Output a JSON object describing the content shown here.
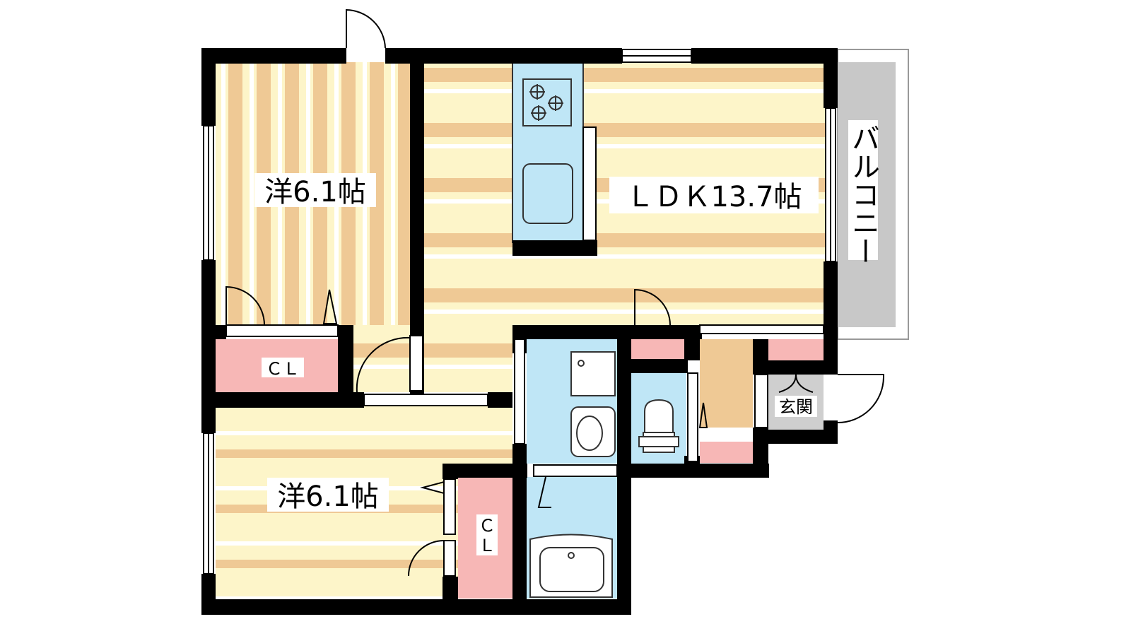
{
  "rooms": {
    "western_room_upper": {
      "label": "洋6.1帖"
    },
    "ldk": {
      "label": "ＬＤＫ13.7帖"
    },
    "western_room_lower": {
      "label": "洋6.1帖"
    },
    "closet_upper": {
      "label": "ＣＬ"
    },
    "closet_lower": {
      "label_line1": "Ｃ",
      "label_line2": "Ｌ"
    },
    "balcony": {
      "label": "バルコニー"
    },
    "entrance": {
      "label": "玄関"
    }
  },
  "colors": {
    "wall": "#000000",
    "floor_light": "#fdf5c9",
    "floor_stripe": "#efc995",
    "closet": "#f7b7b6",
    "wet_area": "#bfe6f6",
    "storage": "#efc995",
    "balcony": "#c8c8c8",
    "entrance": "#cfcfcf"
  }
}
